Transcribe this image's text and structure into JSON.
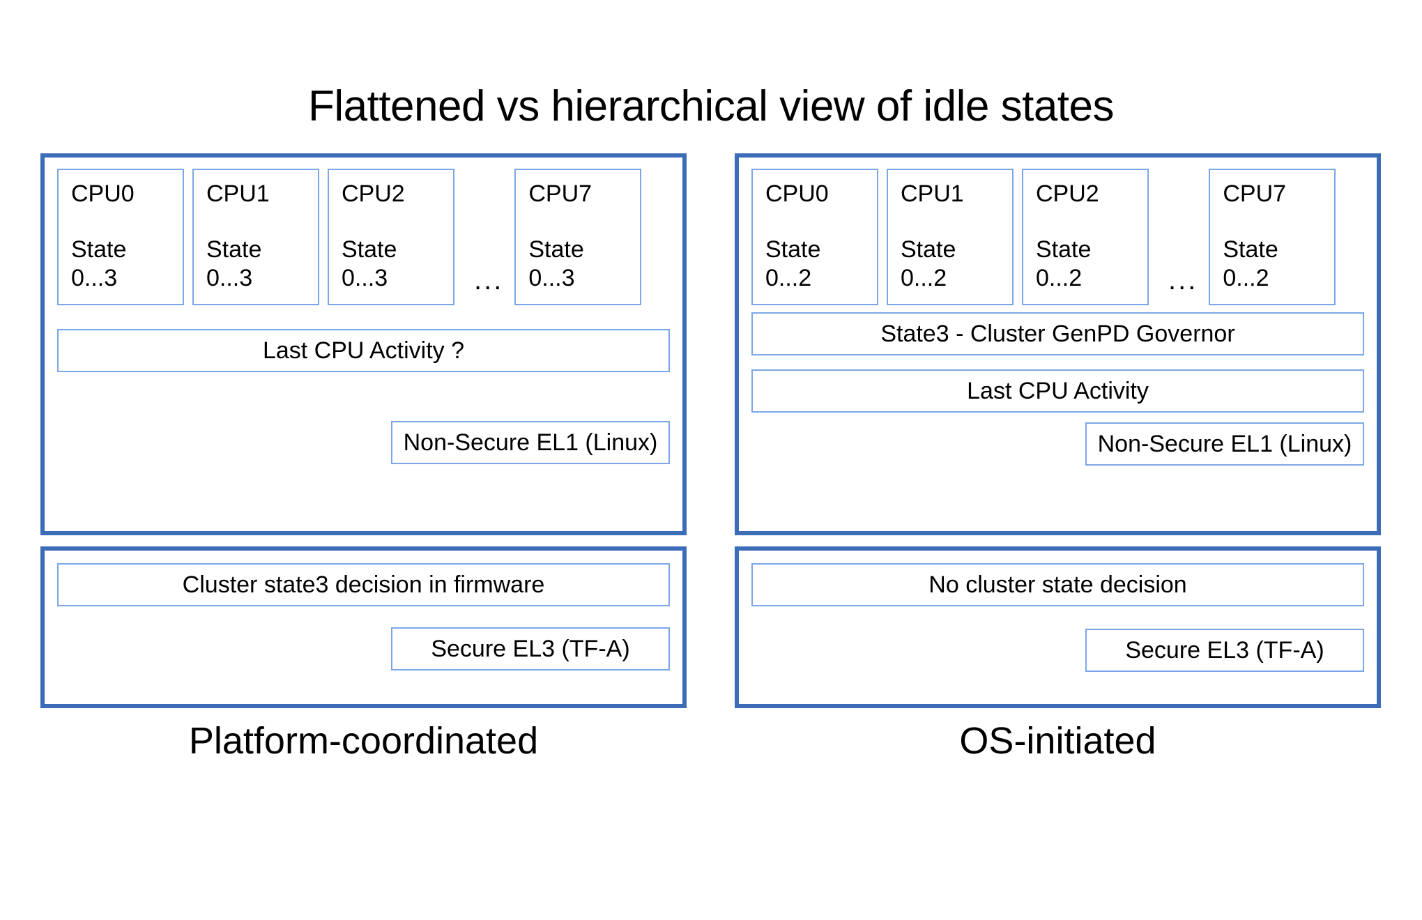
{
  "title": "Flattened vs hierarchical view of idle states",
  "colors": {
    "outer_border": "#3a6cb8",
    "inner_border": "#7ba7e8",
    "background": "#ffffff",
    "text": "#000000"
  },
  "left_column": {
    "caption": "Platform-coordinated",
    "os_panel": {
      "cpus": [
        {
          "name": "CPU0",
          "state_label": "State",
          "state_range": "0...3"
        },
        {
          "name": "CPU1",
          "state_label": "State",
          "state_range": "0...3"
        },
        {
          "name": "CPU2",
          "state_label": "State",
          "state_range": "0...3"
        },
        {
          "name": "CPU7",
          "state_label": "State",
          "state_range": "0...3"
        }
      ],
      "ellipsis": "...",
      "bars": [
        {
          "label": "Last CPU Activity ?"
        }
      ],
      "exception_level": "Non-Secure EL1 (Linux)"
    },
    "fw_panel": {
      "decision": "Cluster state3 decision in firmware",
      "exception_level": "Secure EL3 (TF-A)"
    }
  },
  "right_column": {
    "caption": "OS-initiated",
    "os_panel": {
      "cpus": [
        {
          "name": "CPU0",
          "state_label": "State",
          "state_range": "0...2"
        },
        {
          "name": "CPU1",
          "state_label": "State",
          "state_range": "0...2"
        },
        {
          "name": "CPU2",
          "state_label": "State",
          "state_range": "0...2"
        },
        {
          "name": "CPU7",
          "state_label": "State",
          "state_range": "0...2"
        }
      ],
      "ellipsis": "...",
      "bars": [
        {
          "label": "State3 - Cluster GenPD Governor"
        },
        {
          "label": "Last CPU Activity"
        }
      ],
      "exception_level": "Non-Secure EL1 (Linux)"
    },
    "fw_panel": {
      "decision": "No cluster state decision",
      "exception_level": "Secure EL3 (TF-A)"
    }
  }
}
